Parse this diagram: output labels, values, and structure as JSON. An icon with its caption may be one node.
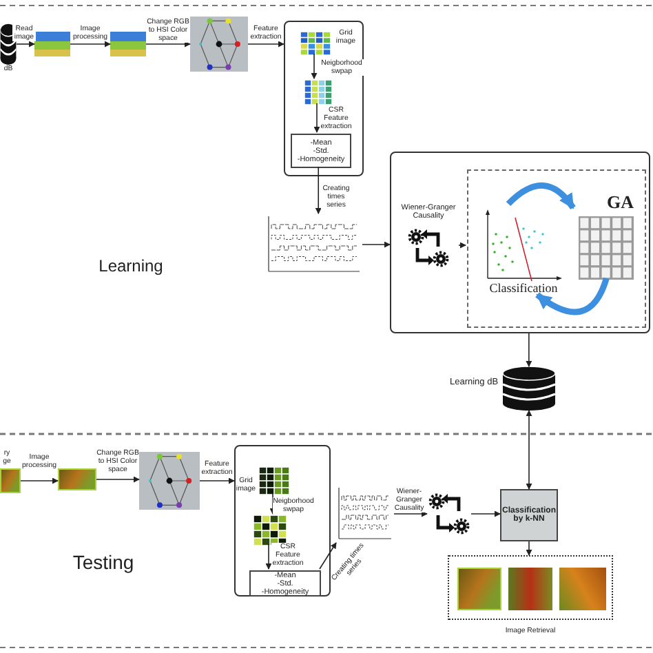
{
  "diagram": {
    "nodes": [
      {
        "text": [],
        "shape": "cylinder",
        "beside": [
          "dB"
        ]
      },
      {
        "text": [],
        "shape": "picture"
      },
      {
        "text": [],
        "shape": "picture"
      },
      {
        "text": [],
        "shape": "picture"
      },
      {
        "text": [],
        "shape": "box"
      },
      {
        "text": [],
        "shape": "picture",
        "in": 4,
        "beside": [
          "Grid image"
        ]
      },
      {
        "text": [],
        "shape": "picture",
        "in": 4
      },
      {
        "text": [
          "-Mean -Std. -Homogeneity"
        ],
        "in": 4
      },
      {
        "text": [],
        "shape": "picture"
      },
      {
        "text": [],
        "shape": "box"
      },
      {
        "text": [
          "Wiener-Granger Causality"
        ],
        "in": 9
      },
      {
        "text": [],
        "shape": "box",
        "in": 9
      },
      {
        "text": [
          "Classification"
        ],
        "in": 11
      },
      {
        "text": [
          "GA"
        ],
        "in": 11
      },
      {
        "text": [],
        "shape": "cylinder",
        "beside": [
          "Learning dB"
        ]
      },
      {
        "text": [],
        "shape": "picture",
        "beside": [
          "ry ge"
        ]
      },
      {
        "text": [],
        "shape": "picture"
      },
      {
        "text": [],
        "shape": "picture"
      },
      {
        "text": [],
        "shape": "box"
      },
      {
        "text": [],
        "shape": "picture",
        "in": 18,
        "beside": [
          "Grid image"
        ]
      },
      {
        "text": [],
        "shape": "picture",
        "in": 18
      },
      {
        "text": [
          "-Mean -Std. -Homogeneity"
        ],
        "in": 18
      },
      {
        "text": [],
        "shape": "picture"
      },
      {
        "text": [],
        "shape": "picture"
      },
      {
        "text": [
          "Classification by k-NN"
        ]
      },
      {
        "text": [],
        "shape": "box",
        "beside": [
          "Image Retrieval"
        ]
      },
      {
        "text": [],
        "shape": "picture",
        "in": 25
      },
      {
        "text": [],
        "shape": "picture",
        "in": 25
      },
      {
        "text": [],
        "shape": "picture",
        "in": 25
      }
    ],
    "edges": [
      {
        "from": 0,
        "to": 1,
        "arrow": "to",
        "label": "Read image"
      },
      {
        "from": 1,
        "to": 2,
        "arrow": "to",
        "label": "Image processing"
      },
      {
        "from": 2,
        "to": 3,
        "arrow": "to",
        "label": "Change RGB to HSI Color space"
      },
      {
        "from": 3,
        "to": 4,
        "arrow": "to",
        "label": "Feature extraction"
      },
      {
        "from": 5,
        "to": 6,
        "arrow": "to",
        "label": "Neigborhood swpap"
      },
      {
        "from": 6,
        "to": 7,
        "arrow": "to",
        "label": "CSR Feature extraction"
      },
      {
        "from": 7,
        "to": 8,
        "arrow": "to",
        "label": "Creating times series"
      },
      {
        "from": 8,
        "to": 9,
        "arrow": "to"
      },
      {
        "from": 10,
        "to": 11,
        "arrow": "to"
      },
      {
        "from": 12,
        "to": 13,
        "arrow": "to",
        "style": "thick",
        "color": "#3d8fe0"
      },
      {
        "from": 13,
        "to": 12,
        "arrow": "to",
        "style": "thick",
        "color": "#3d8fe0"
      },
      {
        "from": 9,
        "to": 14,
        "arrow": "to"
      },
      {
        "from": 15,
        "to": 16,
        "arrow": "to",
        "label": "Image processing"
      },
      {
        "from": 16,
        "to": 17,
        "arrow": "to",
        "label": "Change RGB to HSI Color space"
      },
      {
        "from": 17,
        "to": 18,
        "arrow": "to",
        "label": "Feature extraction"
      },
      {
        "from": 19,
        "to": 20,
        "arrow": "to",
        "label": "Neigborhood swpap"
      },
      {
        "from": 20,
        "to": 21,
        "arrow": "to",
        "label": "CSR Feature extraction"
      },
      {
        "from": 21,
        "to": 22,
        "arrow": "to",
        "label": "Creating times series"
      },
      {
        "from": 22,
        "to": 23,
        "arrow": "to",
        "label": "Wiener-Granger Causality"
      },
      {
        "from": 23,
        "to": 24,
        "arrow": "to"
      },
      {
        "from": 14,
        "to": 24,
        "arrow": "both"
      },
      {
        "from": 24,
        "to": 25,
        "arrow": "to"
      }
    ],
    "labels": [
      "Learning",
      "Testing"
    ]
  }
}
